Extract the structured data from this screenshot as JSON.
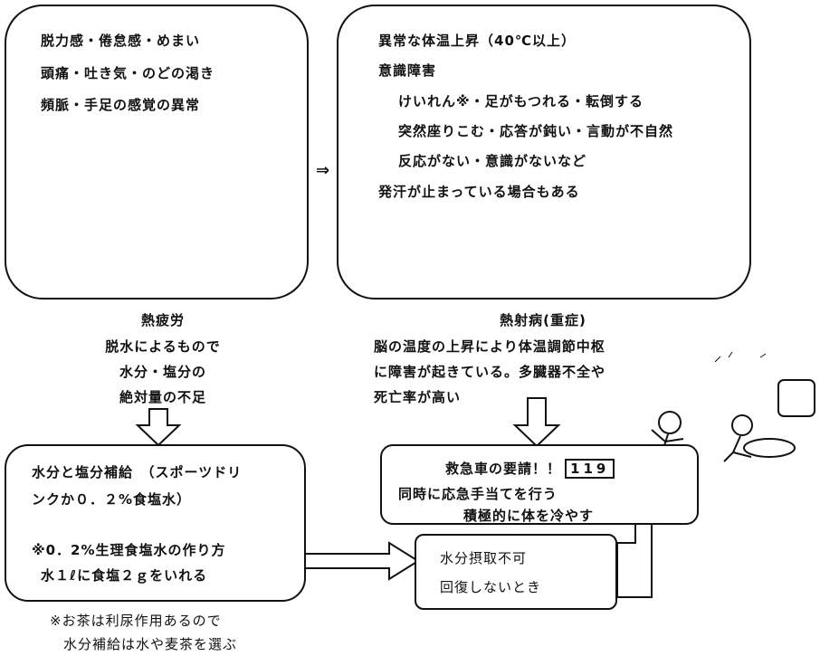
{
  "heat_exhaustion": {
    "symptoms": [
      "脱力感・倦怠感・めまい",
      "頭痛・吐き気・のどの渇き",
      "頻脈・手足の感覚の異常"
    ],
    "title": "熱疲労",
    "desc": [
      "脱水によるもので",
      "水分・塩分の",
      "絶対量の不足"
    ]
  },
  "progress_arrow": "⇒",
  "heat_stroke": {
    "symptoms": [
      "異常な体温上昇（40℃以上）",
      "意識障害",
      "けいれん※・足がもつれる・転倒する",
      "突然座りこむ・応答が鈍い・言動が不自然",
      "反応がない・意識がないなど",
      "発汗が止まっている場合もある"
    ],
    "title": "熱射病(重症)",
    "desc": [
      "脳の温度の上昇により体温調節中枢",
      "に障害が起きている。多臓器不全や",
      "死亡率が高い"
    ]
  },
  "rehydration": {
    "lines": [
      "水分と塩分補給　（スポーツドリ",
      "ンクか０．２%食塩水）"
    ],
    "recipe": [
      "※0．2%生理食塩水の作り方",
      "水１ℓに食塩２ｇをいれる"
    ],
    "note": [
      "※お茶は利尿作用あるので",
      "水分補給は水や麦茶を選ぶ"
    ]
  },
  "emergency": {
    "call_text": "救急車の要請！！",
    "call_number": "119",
    "lines": [
      "同時に応急手当てを行う",
      "積極的に体を冷やす"
    ]
  },
  "no_recovery": {
    "lines": [
      "水分摂取不可",
      "回復しないとき"
    ]
  }
}
